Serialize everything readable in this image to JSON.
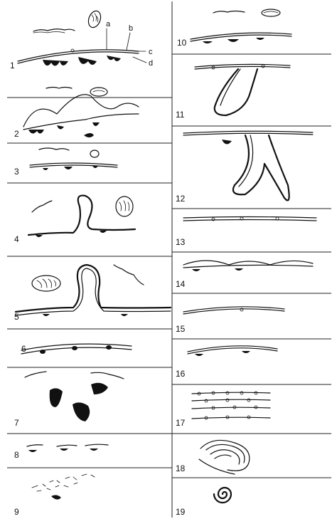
{
  "figure": {
    "panels_left": [
      "1",
      "2",
      "3",
      "4",
      "5",
      "6",
      "7",
      "8",
      "9"
    ],
    "panels_right": [
      "10",
      "11",
      "12",
      "13",
      "14",
      "15",
      "16",
      "17",
      "18",
      "19"
    ],
    "callouts": [
      "a",
      "b",
      "c",
      "d"
    ]
  }
}
